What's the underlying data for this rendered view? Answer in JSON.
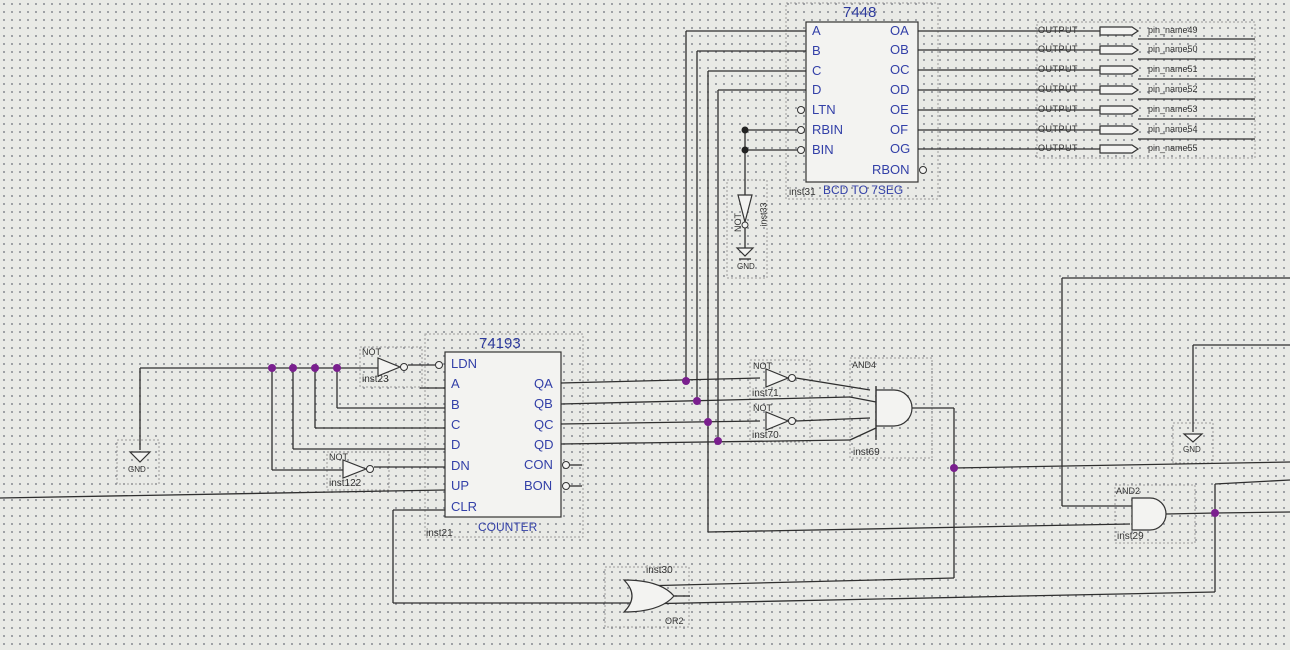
{
  "ic_7448": {
    "title": "7448",
    "inputs": [
      "A",
      "B",
      "C",
      "D",
      "LTN",
      "RBIN",
      "BIN"
    ],
    "outputs": [
      "OA",
      "OB",
      "OC",
      "OD",
      "OE",
      "OF",
      "OG",
      "RBON"
    ],
    "instance": "inst31",
    "caption": "BCD TO 7SEG"
  },
  "ic_74193": {
    "title": "74193",
    "inputs": [
      "LDN",
      "A",
      "B",
      "C",
      "D",
      "DN",
      "UP",
      "CLR"
    ],
    "outputs": [
      "QA",
      "QB",
      "QC",
      "QD",
      "CON",
      "BON"
    ],
    "instance": "inst21",
    "caption": "COUNTER"
  },
  "outputs": [
    {
      "type": "OUTPUT",
      "name": "pin_name49"
    },
    {
      "type": "OUTPUT",
      "name": "pin_name50"
    },
    {
      "type": "OUTPUT",
      "name": "pin_name51"
    },
    {
      "type": "OUTPUT",
      "name": "pin_name52"
    },
    {
      "type": "OUTPUT",
      "name": "pin_name53"
    },
    {
      "type": "OUTPUT",
      "name": "pin_name54"
    },
    {
      "type": "OUTPUT",
      "name": "pin_name55"
    }
  ],
  "gates": {
    "not_inst23": {
      "type": "NOT",
      "instance": "inst23"
    },
    "not_inst122": {
      "type": "NOT",
      "instance": "inst122"
    },
    "not_inst71": {
      "type": "NOT",
      "instance": "inst71"
    },
    "not_inst70": {
      "type": "NOT",
      "instance": "inst70"
    },
    "not_inst33": {
      "type": "NOT",
      "instance": "inst33"
    },
    "and4": {
      "type": "AND4",
      "instance": "inst69"
    },
    "and2": {
      "type": "AND2",
      "instance": "inst29"
    },
    "or2": {
      "type": "OR2",
      "instance": "inst30"
    }
  },
  "gnd_label": "GND",
  "colors": {
    "background": "#e9eae6",
    "grid_dot": "#8c8f95",
    "pin_text": "#2d3a9c",
    "junction": "#7a1f8e"
  }
}
